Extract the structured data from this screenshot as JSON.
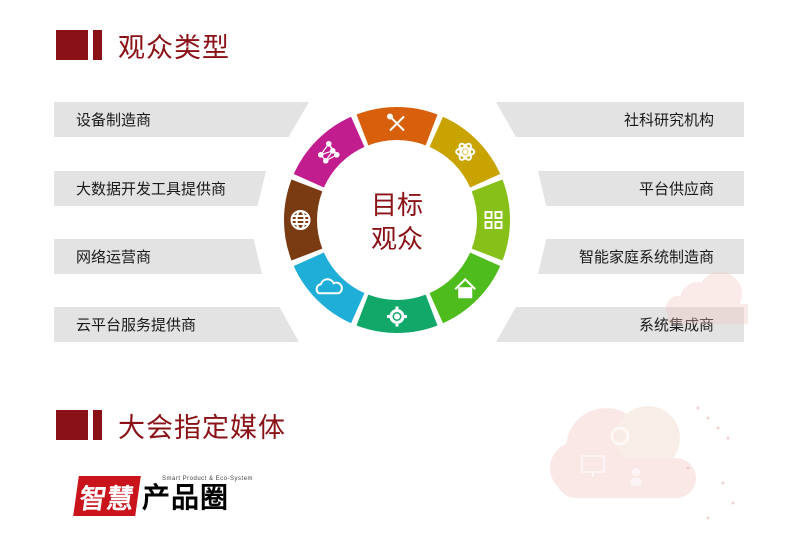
{
  "sections": {
    "audience_title": "观众类型",
    "media_title": "大会指定媒体"
  },
  "center": {
    "line1": "目标",
    "line2": "观众"
  },
  "left_items": [
    "设备制造商",
    "大数据开发工具提供商",
    "网络运营商",
    "云平台服务提供商"
  ],
  "right_items": [
    "社科研究机构",
    "平台供应商",
    "智能家庭系统制造商",
    "系统集成商"
  ],
  "segments": [
    {
      "icon": "tools-icon",
      "color": "#d8600c"
    },
    {
      "icon": "atom-icon",
      "color": "#c9a400"
    },
    {
      "icon": "grid-icon",
      "color": "#86c019"
    },
    {
      "icon": "home-icon",
      "color": "#4fbc1e"
    },
    {
      "icon": "gear-icon",
      "color": "#12a86a"
    },
    {
      "icon": "cloud-icon",
      "color": "#1eaed8"
    },
    {
      "icon": "globe-icon",
      "color": "#7a3b12"
    },
    {
      "icon": "network-icon",
      "color": "#c21d8f"
    }
  ],
  "logo": {
    "red_text": "智慧",
    "black_text": "产品圈",
    "tagline": "Smart Product & Eco-System"
  },
  "colors": {
    "heading": "#8a1116",
    "band": "#e3e3e3",
    "center_text": "#8a1116"
  }
}
